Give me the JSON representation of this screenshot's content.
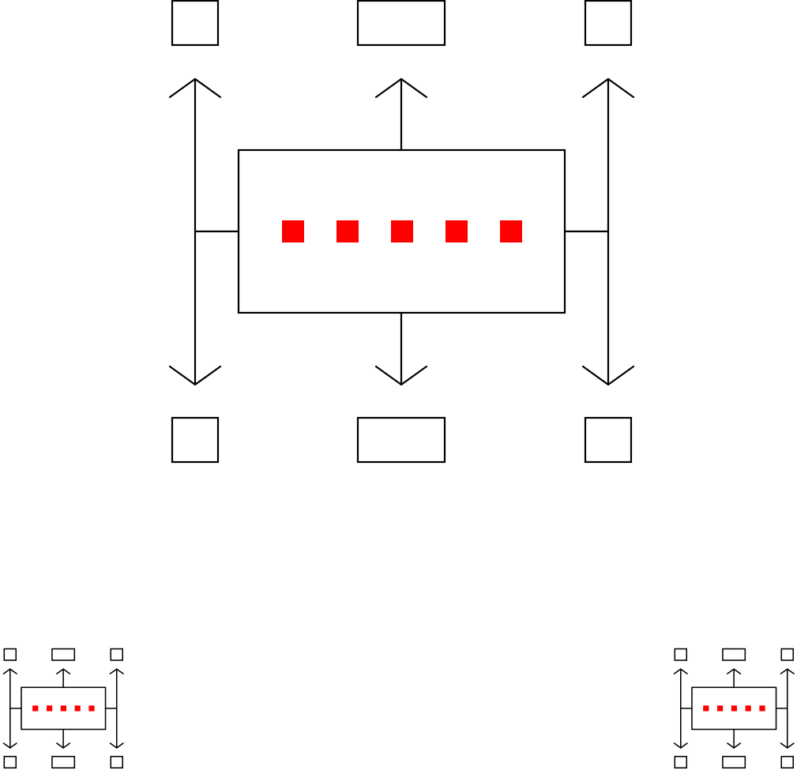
{
  "icon": {
    "name": "structure-layout-icon",
    "stroke_color": "#000000",
    "accent_color": "#ff0000",
    "background_color": "#ffffff",
    "dot_count": 5
  },
  "variants": [
    {
      "name": "main-icon"
    },
    {
      "name": "thumbnail-icon-left"
    },
    {
      "name": "thumbnail-icon-right"
    }
  ]
}
